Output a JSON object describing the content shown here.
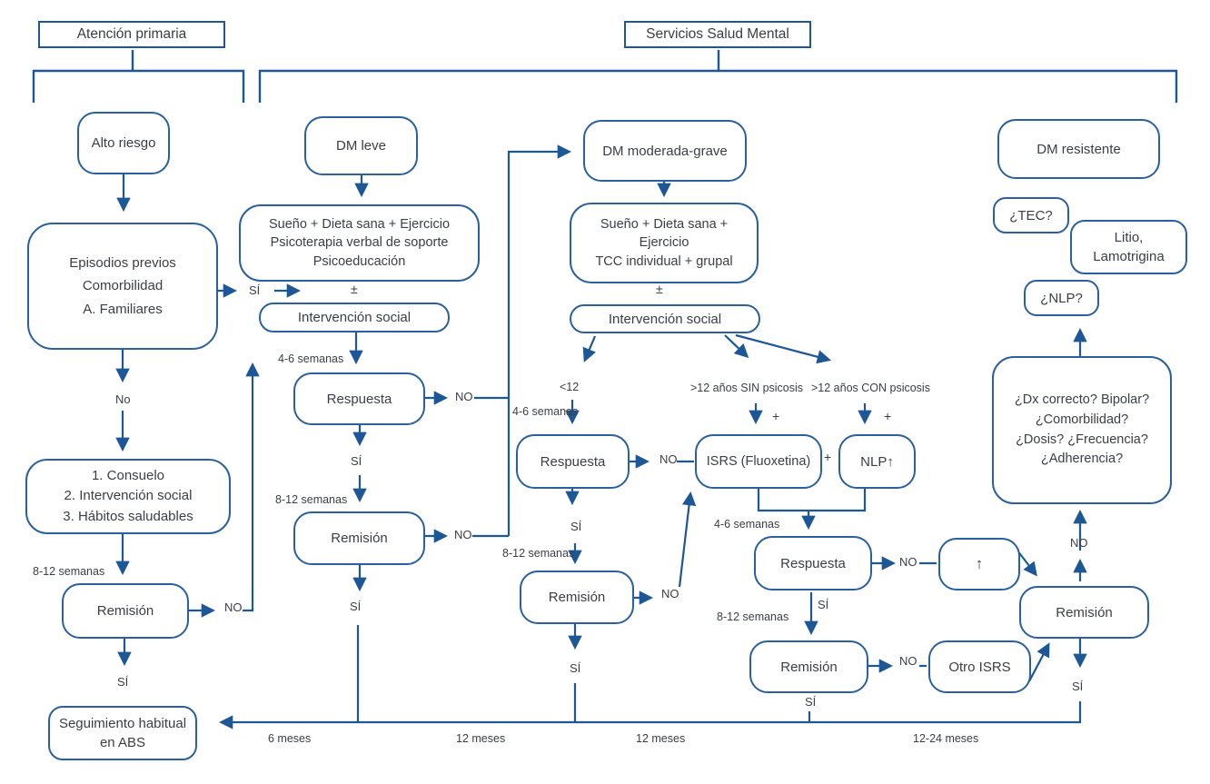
{
  "diagram": {
    "colors": {
      "line": "#1d5796",
      "box_border": "#2a609f",
      "text": "#3a3e47"
    },
    "headers": {
      "primary_care": "Atención primaria",
      "mental_health": "Servicios Salud Mental"
    },
    "boxes": {
      "alto_riesgo": "Alto riesgo",
      "episodios": "Episodios previos\nComorbilidad\nA. Familiares",
      "consuelo": "1. Consuelo\n2. Intervención social\n3. Hábitos saludables",
      "remision_ap": "Remisión",
      "seguimiento": "Seguimiento habitual\nen ABS",
      "dm_leve": "DM leve",
      "trat_leve": "Sueño + Dieta sana + Ejercicio\nPsicoterapia verbal de soporte\nPsicoeducación",
      "intsoc_leve": "Intervención social",
      "resp_leve": "Respuesta",
      "rem_leve": "Remisión",
      "dm_mod": "DM moderada-grave",
      "trat_mod": "Sueño + Dieta sana +\nEjercicio\nTCC individual + grupal",
      "intsoc_mod": "Intervención social",
      "resp_mod": "Respuesta",
      "isrs": "ISRS (Fluoxetina)",
      "nlp": "NLP↑",
      "rem_mod": "Remisión",
      "resp4": "Respuesta",
      "up_box": "↑",
      "rem4": "Remisión",
      "otro_isrs": "Otro ISRS",
      "rem_right": "Remisión",
      "dm_res": "DM resistente",
      "tec": "¿TEC?",
      "litio": "Litio,\nLamotrigina",
      "nlp_q": "¿NLP?",
      "dx": "¿Dx correcto? Bipolar?\n¿Comorbilidad?\n¿Dosis? ¿Frecuencia?\n¿Adherencia?"
    },
    "labels": {
      "si_ap": "SÍ",
      "pm_leve": "±",
      "w46_leve": "4-6 semanas",
      "no_resp_leve": "NO",
      "si_resp_leve": "SÍ",
      "w812_leve": "8-12 semanas",
      "no_rem_leve": "NO",
      "si_rem_leve": "SÍ",
      "no_ap": "No",
      "w812_ap": "8-12 semanas",
      "no_rem_ap": "NO",
      "si_rem_ap": "SÍ",
      "pm_mod": "±",
      "lt12": "<12",
      "w46_mod": "4-6 semanas",
      "gt12sin": ">12 años SIN psicosis",
      "gt12con": ">12 años CON psicosis",
      "plus_sin": "+",
      "plus_con": "+",
      "no_resp_mod": "NO",
      "plus_mid": "+",
      "si_resp_mod": "SÍ",
      "w812_mod": "8-12 semanas",
      "no_rem_mod": "NO",
      "si_rem_mod": "SÍ",
      "w46_4": "4-6 semanas",
      "no_resp4": "NO",
      "si_resp4": "SÍ",
      "w812_4": "8-12 semanas",
      "no_rem4": "NO",
      "si_rem4": "SÍ",
      "no_remright": "NO",
      "si_remright": "SÍ",
      "m6": "6 meses",
      "m12a": "12 meses",
      "m12b": "12 meses",
      "m1224": "12-24 meses"
    }
  }
}
